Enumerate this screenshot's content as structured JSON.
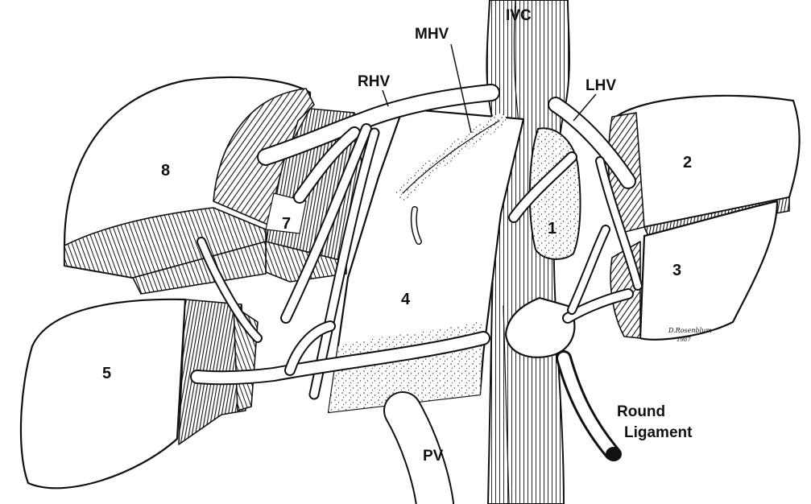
{
  "labels": {
    "ivc": "IVC",
    "mhv": "MHV",
    "rhv": "RHV",
    "lhv": "LHV",
    "pv": "PV",
    "round_ligament_1": "Round",
    "round_ligament_2": "Ligament",
    "seg1": "1",
    "seg2": "2",
    "seg3": "3",
    "seg4": "4",
    "seg5": "5",
    "seg7": "7",
    "seg8": "8"
  },
  "signature": [
    "D.Rosenblum",
    "1987"
  ],
  "colors": {
    "ink": "#111111",
    "paper": "#ffffff"
  }
}
